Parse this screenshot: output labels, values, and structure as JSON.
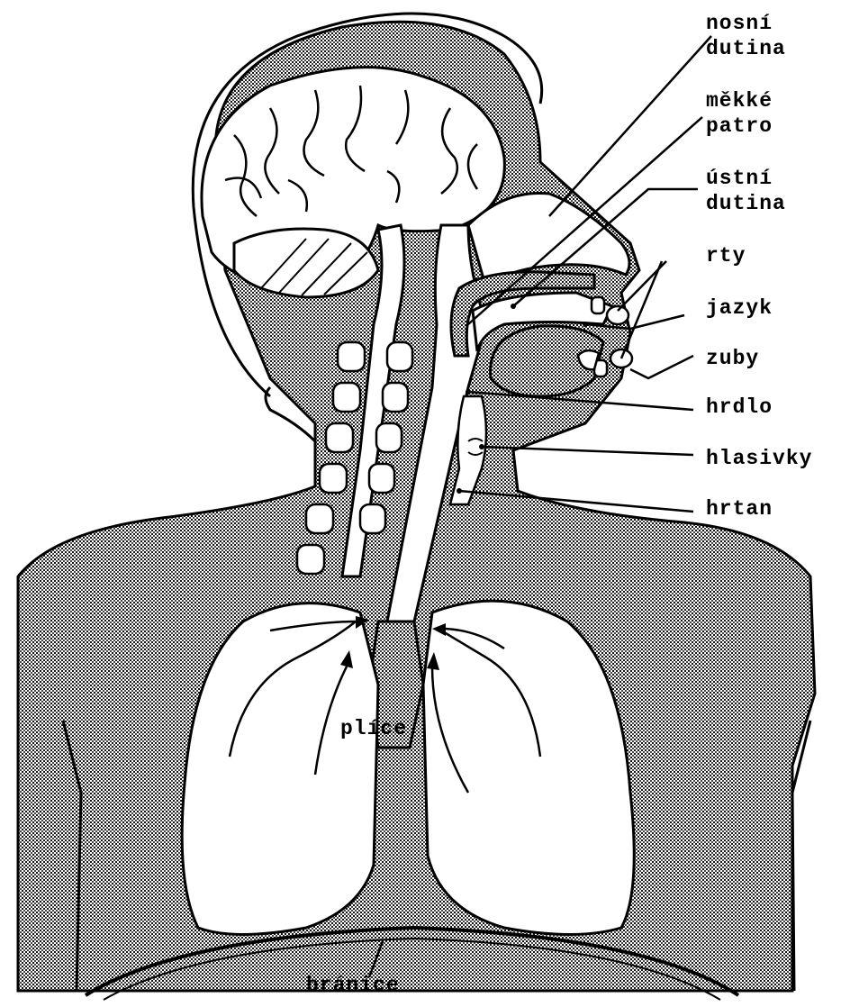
{
  "diagram": {
    "labels": {
      "nosni_dutina_line1": "nosní",
      "nosni_dutina_line2": "dutina",
      "mekke_patro_line1": "měkké",
      "mekke_patro_line2": "patro",
      "ustni_dutina_line1": "ústní",
      "ustni_dutina_line2": "dutina",
      "rty": "rty",
      "jazyk": "jazyk",
      "zuby": "zuby",
      "hrdlo": "hrdlo",
      "hlasivky": "hlasivky",
      "hrtan": "hrtan",
      "plice": "plíce",
      "branice": "bránice"
    },
    "colors": {
      "tissue_stipple": "#9a9a9a",
      "outline": "#000000",
      "background": "#ffffff"
    }
  }
}
